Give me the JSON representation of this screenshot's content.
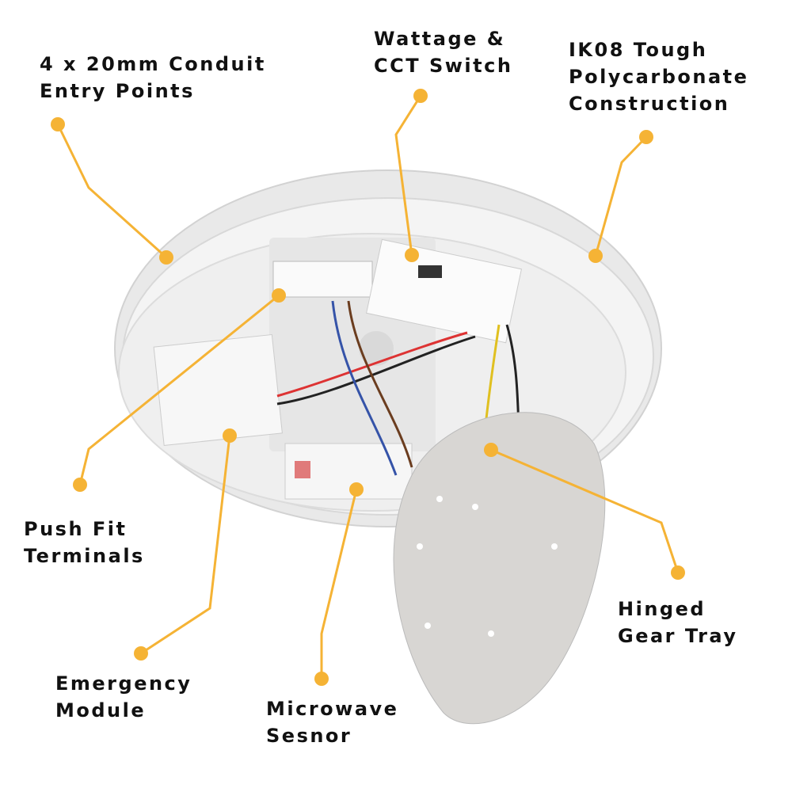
{
  "accent_color": "#F5B335",
  "callouts": [
    {
      "id": "conduit",
      "lines": [
        "4 x 20mm Conduit",
        "Entry Points"
      ]
    },
    {
      "id": "switch",
      "lines": [
        "Wattage &",
        "CCT Switch"
      ]
    },
    {
      "id": "construction",
      "lines": [
        "IK08 Tough",
        "Polycarbonate",
        "Construction"
      ]
    },
    {
      "id": "terminals",
      "lines": [
        "Push Fit",
        "Terminals"
      ]
    },
    {
      "id": "emergency",
      "lines": [
        "Emergency",
        "Module"
      ]
    },
    {
      "id": "sensor",
      "lines": [
        "Microwave",
        "Sesnor"
      ]
    },
    {
      "id": "tray",
      "lines": [
        "Hinged",
        "Gear Tray"
      ]
    }
  ]
}
